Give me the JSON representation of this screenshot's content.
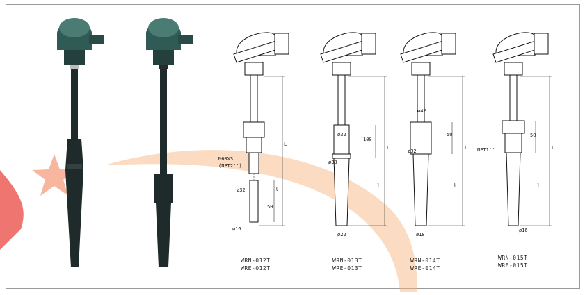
{
  "colors": {
    "watermark_red": "#e8413a",
    "watermark_orange": "#f5b27a",
    "body_dark": "#1f2a2a",
    "head_teal": "#2f5a55"
  },
  "icons": [
    "star-watermark-icon",
    "swoosh-watermark-icon",
    "thermocouple-photo-1",
    "thermocouple-photo-2"
  ],
  "diagrams": [
    {
      "id": "012",
      "labels": [
        "M60X3",
        "(NPT2'')",
        "ø32",
        "ø16"
      ],
      "dims": [
        "L",
        "l",
        "50"
      ],
      "model_lines": [
        "WRN-012T",
        "WRE-012T"
      ]
    },
    {
      "id": "013",
      "labels": [
        "ø32",
        "ø38",
        "ø22"
      ],
      "dims": [
        "100",
        "L",
        "l"
      ],
      "model_lines": [
        "WRN-013T",
        "WRE-013T"
      ]
    },
    {
      "id": "014",
      "labels": [
        "ø42",
        "ø32",
        "ø18"
      ],
      "dims": [
        "50",
        "L",
        "l"
      ],
      "model_lines": [
        "WRN-014T",
        "WRE-014T"
      ]
    },
    {
      "id": "015",
      "labels": [
        "NPT1''",
        "ø16"
      ],
      "dims": [
        "50",
        "L",
        "l"
      ],
      "model_lines": [
        "WRN-015T",
        "WRE-015T"
      ]
    }
  ]
}
